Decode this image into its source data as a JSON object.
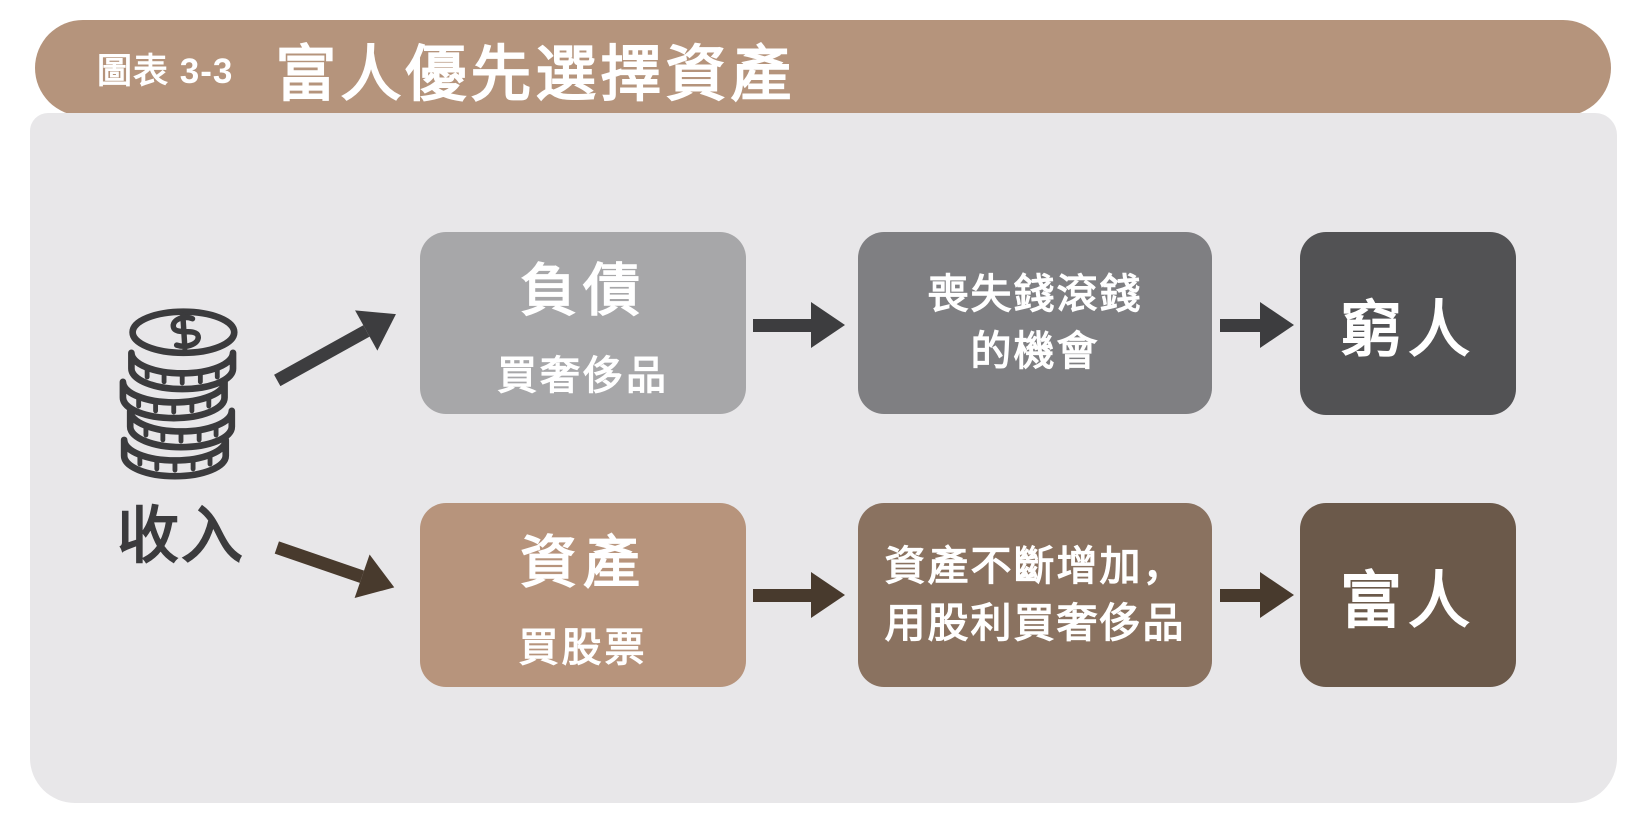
{
  "figure": {
    "label": "圖表 3-3",
    "title": "富人優先選擇資產"
  },
  "income": {
    "label": "收入",
    "icon": "coin-stack-icon"
  },
  "rows": [
    {
      "name": "liability-path",
      "box1": {
        "title": "負債",
        "subtitle": "買奢侈品"
      },
      "box2": {
        "line1": "喪失錢滾錢",
        "line2": "的機會"
      },
      "box3": {
        "label": "窮人"
      }
    },
    {
      "name": "asset-path",
      "box1": {
        "title": "資產",
        "subtitle": "買股票"
      },
      "box2": {
        "line1": "資產不斷增加，",
        "line2": "用股利買奢侈品"
      },
      "box3": {
        "label": "富人"
      }
    }
  ],
  "colors": {
    "header_bg": "#b5947c",
    "panel_bg": "#e8e7e9",
    "row1_box1_bg": "#a7a7a9",
    "row1_box2_bg": "#7f7f82",
    "row1_box3_bg": "#525254",
    "row2_box1_bg": "#b7947c",
    "row2_box2_bg": "#8a7260",
    "row2_box3_bg": "#6b594a",
    "arrow_dark": "#3d3d3f",
    "arrow_brown": "#483a2d",
    "ink": "#3b3b3d",
    "text_on_box": "#ffffff"
  }
}
